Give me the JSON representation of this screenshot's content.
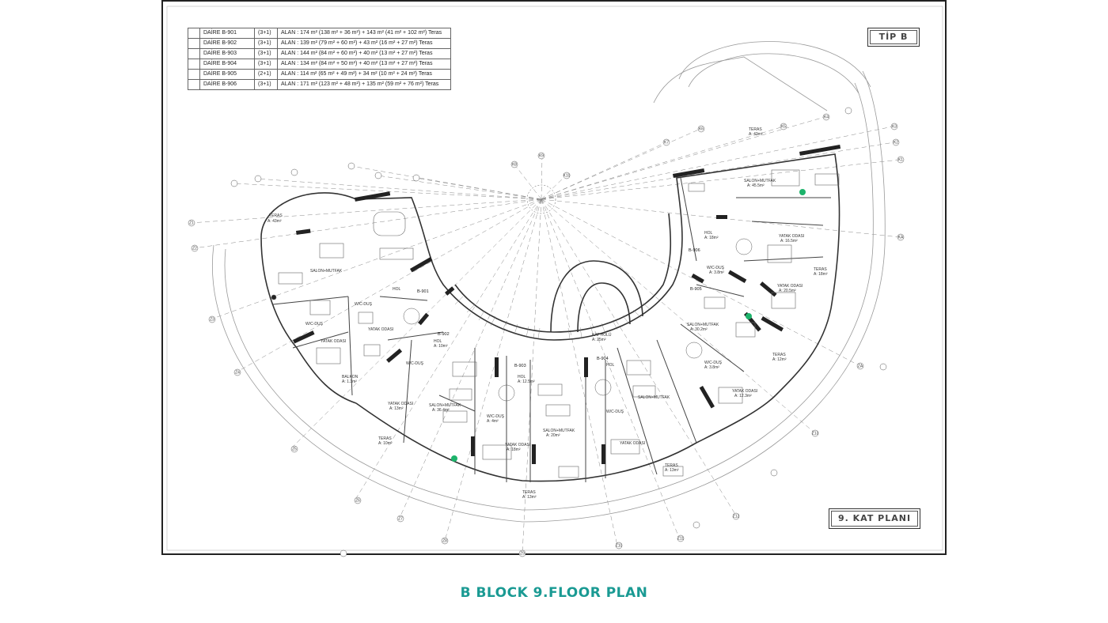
{
  "area_table": {
    "rows": [
      {
        "name": "DAİRE B-901",
        "rooms": "(3+1)",
        "alan": "ALAN :  174 m² (138 m² + 36 m²) + 143 m² (41 m² + 102 m²) Teras"
      },
      {
        "name": "DAİRE B-902",
        "rooms": "(3+1)",
        "alan": "ALAN :  139 m² (79 m² + 60 m²) + 43 m² (16 m² + 27 m²) Teras"
      },
      {
        "name": "DAİRE B-903",
        "rooms": "(3+1)",
        "alan": "ALAN :  144 m² (84 m² + 60 m²) + 40 m² (13 m² + 27 m²) Teras"
      },
      {
        "name": "DAİRE B-904",
        "rooms": "(3+1)",
        "alan": "ALAN :  134 m² (84 m² + 50 m²) + 40 m² (13 m² + 27 m²) Teras"
      },
      {
        "name": "DAİRE B-905",
        "rooms": "(2+1)",
        "alan": "ALAN :  114 m² (65 m² + 49 m²) + 34 m² (10 m² + 24 m²) Teras"
      },
      {
        "name": "DAİRE B-906",
        "rooms": "(3+1)",
        "alan": "ALAN :  171 m² (123 m² + 48 m²) + 135 m² (59 m² + 76 m²) Teras"
      }
    ]
  },
  "tip_label": "TİP B",
  "kat_label": "9. KAT PLANI",
  "caption": "B BLOCK 9.FLOOR PLAN",
  "room_labels": {
    "teras_901": "TERAS",
    "teras_901_a": "A: 43m²",
    "salon_901": "SALON+MUTFAK",
    "hol_901": "HOL",
    "unit_901": "B-901",
    "wc_901": "W/C-DUŞ",
    "wc2_901": "W/C-DUŞ",
    "yatak1_901": "YATAK ODASI",
    "yatak2_901": "YATAK ODASI",
    "balkon_901": "BALKON",
    "balkon_901_a": "A: 1.3m²",
    "unit_902": "B-902",
    "hol_902": "HOL",
    "hol_902_a": "A: 10m²",
    "wc_902": "W/C-DUŞ",
    "yatak_902": "YATAK ODASI",
    "yatak_902_a": "A: 13m²",
    "salon_902": "SALON+MUTFAK",
    "salon_902_a": "A: 36.4m²",
    "teras_902": "TERAS",
    "teras_902_a": "A: 10m²",
    "unit_903": "B-903",
    "hol_903": "HOL",
    "hol_903_a": "A: 12.5m²",
    "wc_903": "W/C-DUŞ",
    "wc_903_a": "A: 4m²",
    "salon_903": "SALON+MUTFAK",
    "salon_903_a": "A: 20m²",
    "yatak_903": "YATAK ODASI",
    "yatak_903_a": "A: 18m²",
    "teras_903": "TERAS",
    "teras_903_a": "A: 13m²",
    "kat_holu": "KAT HOLÜ",
    "kat_holu_a": "A: 25m²",
    "unit_904": "B-904",
    "hol_904": "HOL",
    "salon_904": "SALON+MUTFAK",
    "wc_904": "W/C-DUŞ",
    "yatak_904": "YATAK ODASI",
    "teras_904": "TERAS",
    "teras_904_a": "A: 13m²",
    "unit_905": "B-905",
    "salon_905": "SALON+MUTFAK",
    "salon_905_a": "A: 30.2m²",
    "wc_905": "W/C-DUŞ",
    "wc_905_a": "A: 3.8m²",
    "yatak_905": "YATAK ODASI",
    "yatak_905_a": "A: 12.3m²",
    "teras_905": "TERAS",
    "teras_905_a": "A: 12m²",
    "unit_906": "B-906",
    "hol_906": "HOL",
    "hol_906_a": "A: 18m²",
    "salon_906": "SALON+MUTFAK",
    "salon_906_a": "A: 45.5m²",
    "wc_906": "W/C-DUŞ",
    "wc_906_a": "A: 3.8m²",
    "yatak1_906": "YATAK ODASI",
    "yatak1_906_a": "A: 16.5m²",
    "yatak2_906": "YATAK ODASI",
    "yatak2_906_a": "A: 20.5m²",
    "teras1_906": "TERAS",
    "teras1_906_a": "A: 43m²",
    "teras2_906": "TERAS",
    "teras2_906_a": "A: 18m²"
  },
  "axis_labels": [
    "Z1",
    "Z2",
    "Z3",
    "Z4",
    "Z5",
    "Z6",
    "Z7",
    "Z8",
    "Z9",
    "Z10",
    "Z11",
    "Z12",
    "Z13",
    "ZA",
    "KA",
    "K1",
    "K2",
    "K3",
    "K4",
    "K5",
    "K6",
    "K7",
    "K8",
    "K9",
    "K10"
  ]
}
